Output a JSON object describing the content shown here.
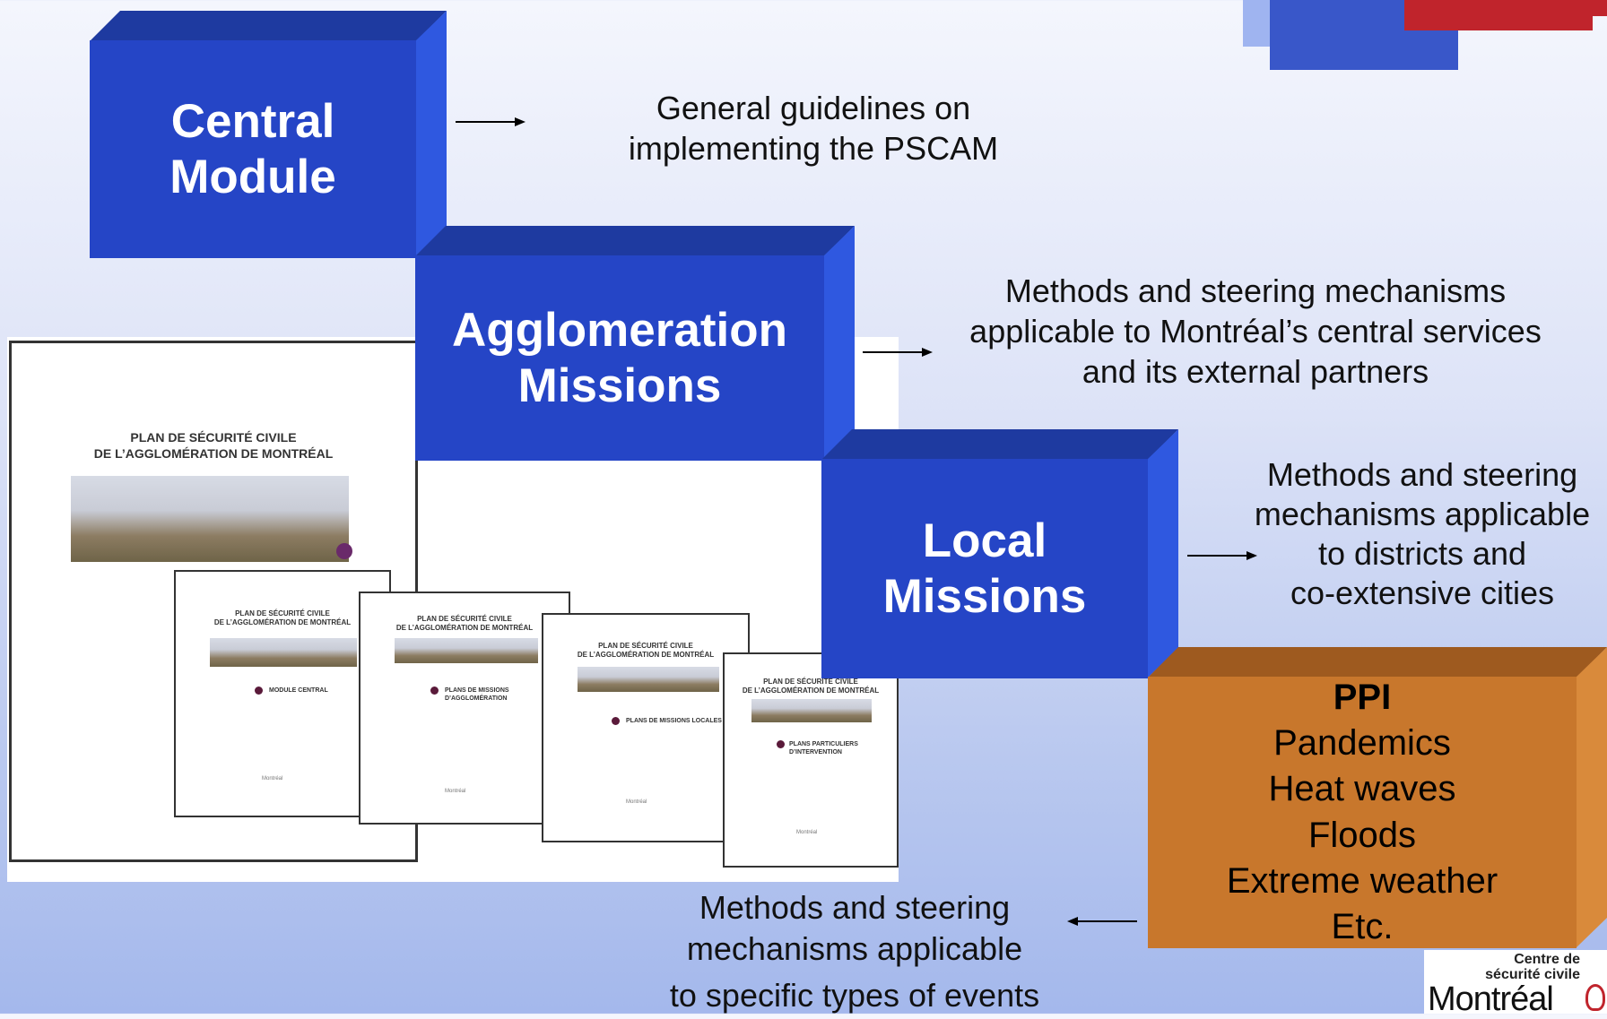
{
  "blocks": {
    "central": {
      "line1": "Central",
      "line2": "Module"
    },
    "agglomeration": {
      "line1": "Agglomeration",
      "line2": "Missions"
    },
    "local": {
      "line1": "Local",
      "line2": "Missions"
    },
    "ppi": {
      "title": "PPI",
      "items": [
        "Pandemics",
        "Heat waves",
        "Floods",
        "Extreme weather",
        "Etc."
      ]
    }
  },
  "descriptions": {
    "central": [
      "General guidelines on",
      "implementing the PSCAM"
    ],
    "agglomeration": [
      "Methods and steering mechanisms",
      "applicable to Montréal’s central services",
      "and its external partners"
    ],
    "local": [
      "Methods and steering",
      "mechanisms applicable",
      "to districts and",
      "co-extensive cities"
    ],
    "ppi": [
      "Methods and steering",
      "mechanisms applicable",
      "to specific types of events"
    ]
  },
  "documents": {
    "main_title": [
      "PLAN DE SÉCURITÉ CIVILE",
      "DE L’AGGLOMÉRATION DE MONTRÉAL"
    ],
    "small_title": [
      "PLAN DE SÉCURITÉ CIVILE",
      "DE L’AGGLOMÉRATION DE MONTRÉAL"
    ],
    "labels": [
      "MODULE CENTRAL",
      "PLANS DE MISSIONS D’AGGLOMÉRATION",
      "PLANS DE MISSIONS LOCALES",
      "PLANS PARTICULIERS D’INTERVENTION"
    ],
    "footer": "Montréal"
  },
  "logo": {
    "line1": "Centre de",
    "line2": "sécurité civile",
    "line3": "Montréal"
  },
  "colors": {
    "block_blue": "#2545c6",
    "block_orange": "#c8772c"
  }
}
